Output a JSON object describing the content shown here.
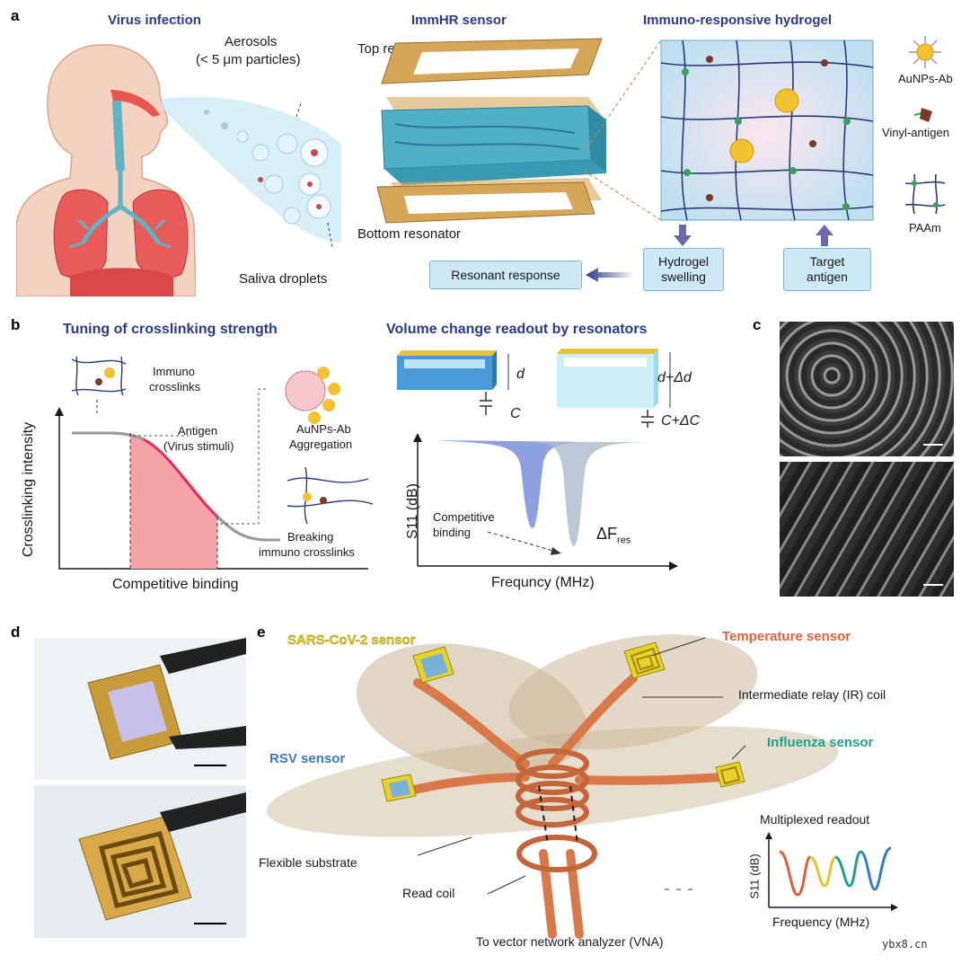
{
  "panel_a": {
    "letter": "a",
    "virus_title": "Virus infection",
    "aerosols": "Aerosols",
    "aerosols_size": "(< 5 μm particles)",
    "saliva": "Saliva droplets",
    "sensor_title": "ImmHR sensor",
    "top_resonator": "Top resonator",
    "bottom_resonator": "Bottom resonator",
    "hydrogel_title": "Immuno-responsive hydrogel",
    "legend_aunps": "AuNPs-Ab",
    "legend_vinyl": "Vinyl-antigen",
    "legend_paam": "PAAm",
    "box_resonant": "Resonant response",
    "box_swelling_1": "Hydrogel",
    "box_swelling_2": "swelling",
    "box_target_1": "Target",
    "box_target_2": "antigen"
  },
  "panel_b": {
    "letter": "b",
    "tuning_title": "Tuning of crosslinking strength",
    "immuno_1": "Immuno",
    "immuno_2": "crosslinks",
    "antigen_1": "Antigen",
    "antigen_2": "(Virus stimuli)",
    "aunps_1": "AuNPs-Ab",
    "aunps_2": "Aggregation",
    "breaking_1": "Breaking",
    "breaking_2": "immuno crosslinks",
    "ylabel": "Crosslinking intensity",
    "xlabel": "Competitive binding",
    "volume_title": "Volume change readout by resonators",
    "d_label": "d",
    "d2_label": "d+Δd",
    "c_label": "C",
    "c2_label": "C+ΔC",
    "s11_label": "S11 (dB)",
    "freq_label": "Frequncy (MHz)",
    "competitive_1": "Competitive",
    "competitive_2": "binding",
    "delta_f": "ΔF",
    "delta_f_sub": "res"
  },
  "panel_c": {
    "letter": "c"
  },
  "panel_d": {
    "letter": "d"
  },
  "panel_e": {
    "letter": "e",
    "sars": "SARS-CoV-2 sensor",
    "temperature": "Temperature sensor",
    "ir_coil": "Intermediate relay (IR) coil",
    "rsv": "RSV sensor",
    "influenza": "Influenza sensor",
    "flexible": "Flexible substrate",
    "read_coil": "Read coil",
    "vna": "To vector network analyzer (VNA)",
    "multiplexed": "Multiplexed readout",
    "s11": "S11 (dB)",
    "freq": "Frequency (MHz)"
  },
  "colors": {
    "title_blue": "#2a3a8c",
    "sars_yellow": "#e8d22a",
    "temperature_orange": "#e0603a",
    "rsv_blue": "#3a7bc8",
    "influenza_green": "#1aa58a",
    "curve_red": "#e0305a"
  },
  "watermark": "ybx8.cn"
}
